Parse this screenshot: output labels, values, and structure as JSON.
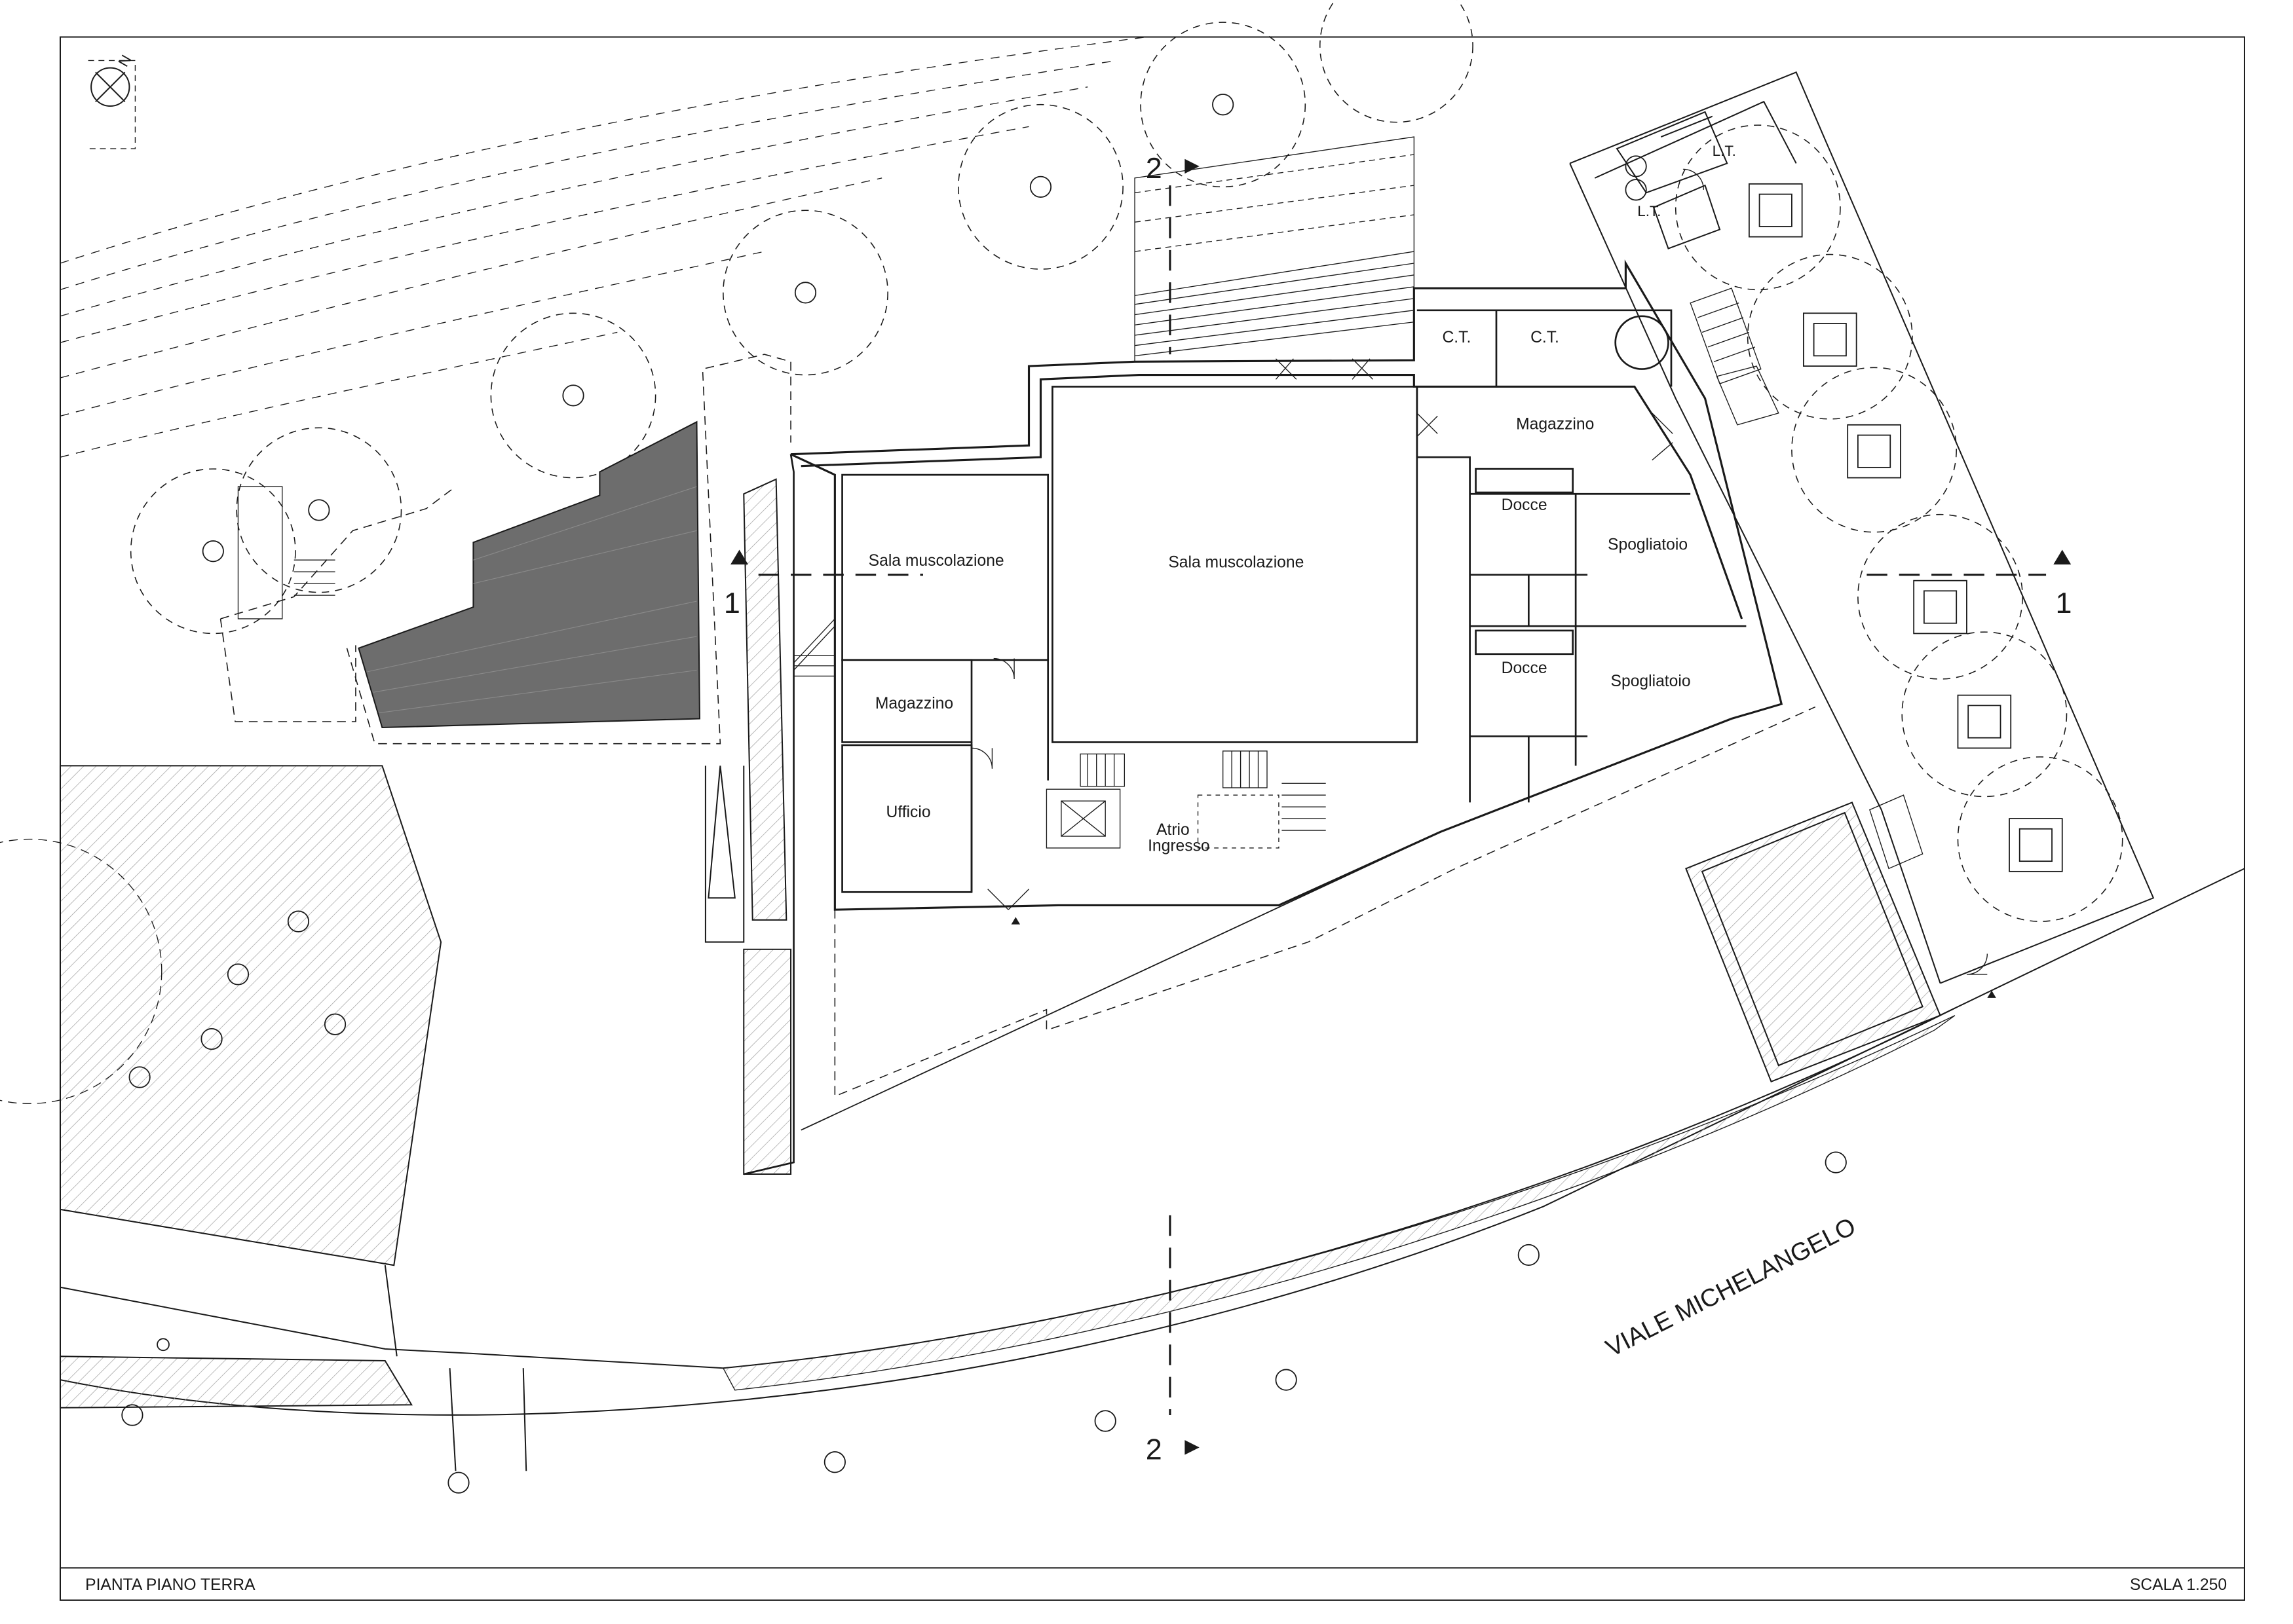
{
  "drawing": {
    "title": "PIANTA PIANO TERRA",
    "scale": "SCALA 1.250",
    "north": "N",
    "street": "VIALE MICHELANGELO"
  },
  "rooms": {
    "sala_left": "Sala muscolazione",
    "sala_main": "Sala muscolazione",
    "magazzino_left": "Magazzino",
    "ufficio": "Ufficio",
    "atrio": "Atrio",
    "ingresso": "Ingresso",
    "ct_1": "C.T.",
    "ct_2": "C.T.",
    "magazzino_right": "Magazzino",
    "docce_1": "Docce",
    "docce_2": "Docce",
    "spogliatoio_1": "Spogliatoio",
    "spogliatoio_2": "Spogliatoio",
    "lt_1": "L.T.",
    "lt_2": "L.T."
  },
  "sections": {
    "s1_left": "1",
    "s1_right": "1",
    "s2_top": "2",
    "s2_bottom": "2"
  },
  "colors": {
    "line": "#1a1a1a",
    "roof_fill": "#6d6d6d",
    "hatch": "#9a9a9a"
  }
}
